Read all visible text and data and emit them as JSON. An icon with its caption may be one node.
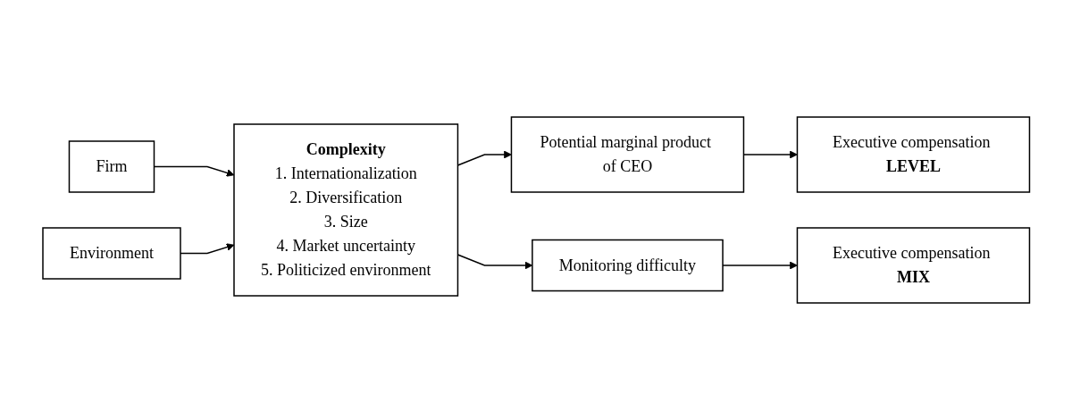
{
  "diagram": {
    "nodes": [
      {
        "text": [
          "Firm"
        ]
      },
      {
        "text": [
          "Complexity",
          "1. Internationalization",
          "2. Diversification",
          "3. Size",
          "4. Market uncertainty",
          "5. Politicized environment"
        ]
      },
      {
        "text": [
          "Environment"
        ]
      },
      {
        "text": [
          "Potential marginal product of CEO"
        ]
      },
      {
        "text": [
          "Executive compensation **LEVEL**"
        ]
      },
      {
        "text": [
          "Monitoring difficulty"
        ]
      },
      {
        "text": [
          "Executive compensation **MIX**"
        ]
      }
    ],
    "edges": [
      {
        "from": 0,
        "to": 1,
        "arrow": "to"
      },
      {
        "from": 2,
        "to": 1,
        "arrow": "to"
      },
      {
        "from": 1,
        "to": 3,
        "arrow": "to"
      },
      {
        "from": 1,
        "to": 5,
        "arrow": "to"
      },
      {
        "from": 3,
        "to": 4,
        "arrow": "to"
      },
      {
        "from": 5,
        "to": 6,
        "arrow": "to"
      }
    ]
  }
}
